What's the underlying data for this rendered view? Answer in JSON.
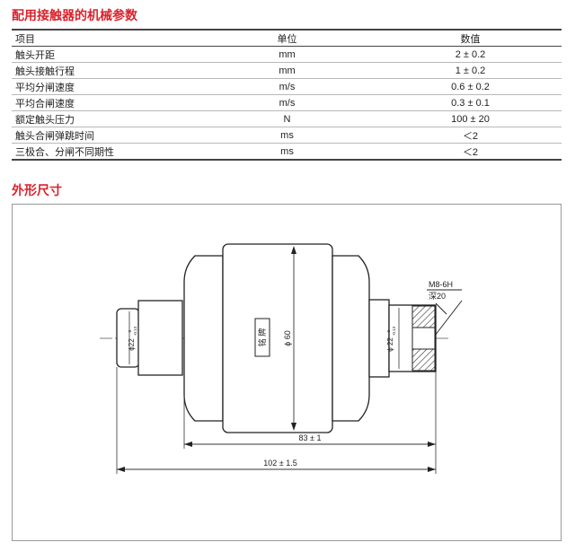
{
  "section1": {
    "title": "配用接触器的机械参数"
  },
  "table": {
    "headers": [
      "项目",
      "单位",
      "数值"
    ],
    "rows": [
      {
        "item": "触头开距",
        "unit": "mm",
        "value": "2 ± 0.2"
      },
      {
        "item": "触头接触行程",
        "unit": "mm",
        "value": "1 ± 0.2"
      },
      {
        "item": "平均分闸速度",
        "unit": "m/s",
        "value": "0.6 ± 0.2"
      },
      {
        "item": "平均合闸速度",
        "unit": "m/s",
        "value": "0.3 ± 0.1"
      },
      {
        "item": "额定触头压力",
        "unit": "N",
        "value": "100 ± 20"
      },
      {
        "item": "触头合闸弹跳时间",
        "unit": "ms",
        "value": "＜2"
      },
      {
        "item": "三极合、分闸不同期性",
        "unit": "ms",
        "value": "＜2"
      }
    ]
  },
  "section2": {
    "title": "外形尺寸"
  },
  "drawing": {
    "nameplate": "铭 牌",
    "dim_60": "ϕ 60",
    "dim_left_shaft": "ϕ22",
    "dim_right_shaft": "ϕ 22",
    "tol_upper": "0",
    "tol_lower": "-0.13",
    "thread_spec": "M8-6H",
    "thread_depth": "深20",
    "dim_83": "83 ± 1",
    "dim_102": "102 ± 1.5"
  },
  "colors": {
    "accent": "#d9232d"
  }
}
